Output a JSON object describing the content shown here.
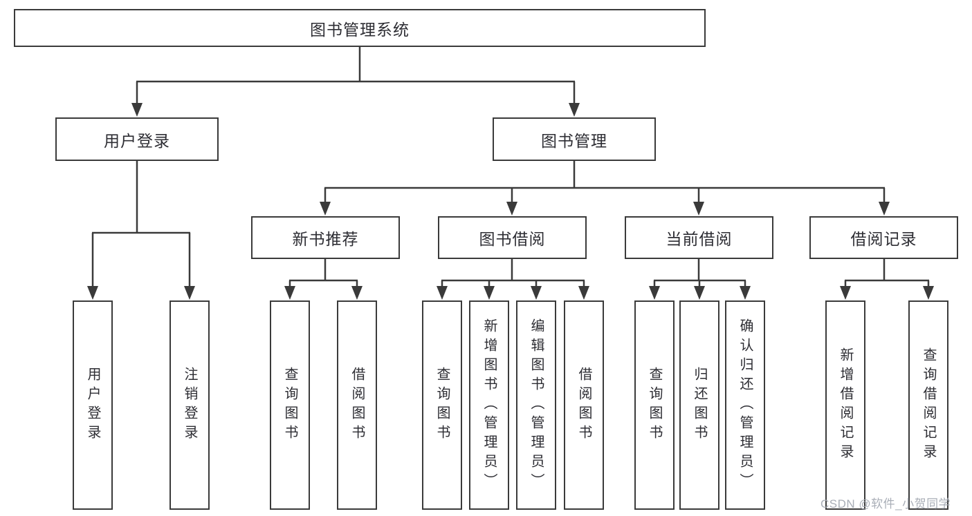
{
  "diagram": {
    "root": {
      "label": "图书管理系统"
    },
    "branches": [
      {
        "label": "用户登录",
        "parent": "图书管理系统"
      },
      {
        "label": "图书管理",
        "parent": "图书管理系统"
      },
      {
        "label": "新书推荐",
        "parent": "图书管理"
      },
      {
        "label": "图书借阅",
        "parent": "图书管理"
      },
      {
        "label": "当前借阅",
        "parent": "图书管理"
      },
      {
        "label": "借阅记录",
        "parent": "图书管理"
      }
    ],
    "leaves": [
      {
        "label": "用户登录",
        "parent": "用户登录"
      },
      {
        "label": "注销登录",
        "parent": "用户登录"
      },
      {
        "label": "查询图书",
        "parent": "新书推荐"
      },
      {
        "label": "借阅图书",
        "parent": "新书推荐"
      },
      {
        "label": "查询图书",
        "parent": "图书借阅"
      },
      {
        "label": "新增图书（管理员）",
        "parent": "图书借阅"
      },
      {
        "label": "编辑图书（管理员）",
        "parent": "图书借阅"
      },
      {
        "label": "借阅图书",
        "parent": "图书借阅"
      },
      {
        "label": "查询图书",
        "parent": "当前借阅"
      },
      {
        "label": "归还图书",
        "parent": "当前借阅"
      },
      {
        "label": "确认归还（管理员）",
        "parent": "当前借阅"
      },
      {
        "label": "新增借阅记录",
        "parent": "借阅记录"
      },
      {
        "label": "查询借阅记录",
        "parent": "借阅记录"
      }
    ]
  },
  "watermark": {
    "text": "CSDN @软件_小贺同学"
  },
  "colors": {
    "line": "#3a3a3a",
    "text": "#2d2d33",
    "watermark": "#a4aab3",
    "background": "#ffffff"
  }
}
